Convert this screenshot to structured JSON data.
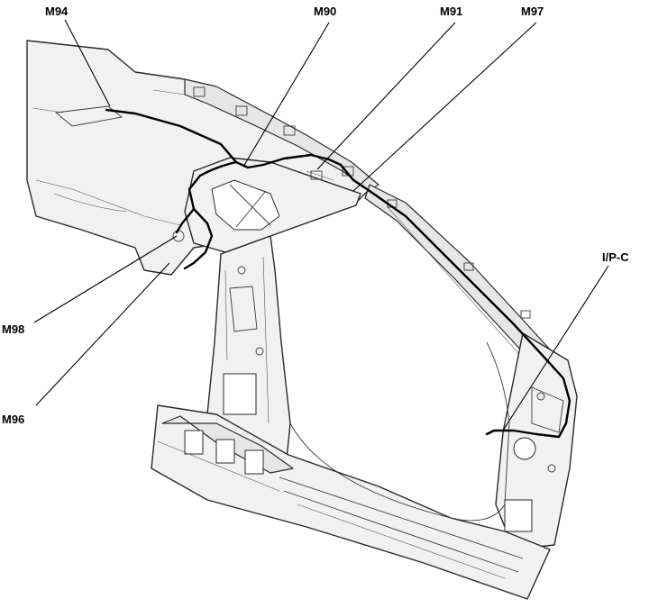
{
  "labels": {
    "m94": "M94",
    "m90": "M90",
    "m91": "M91",
    "m97": "M97",
    "m98": "M98",
    "m96": "M96",
    "ipc": "I/P-C"
  },
  "colors": {
    "background": "#ffffff",
    "line": "#000000",
    "panel": "#f1f1f1"
  }
}
